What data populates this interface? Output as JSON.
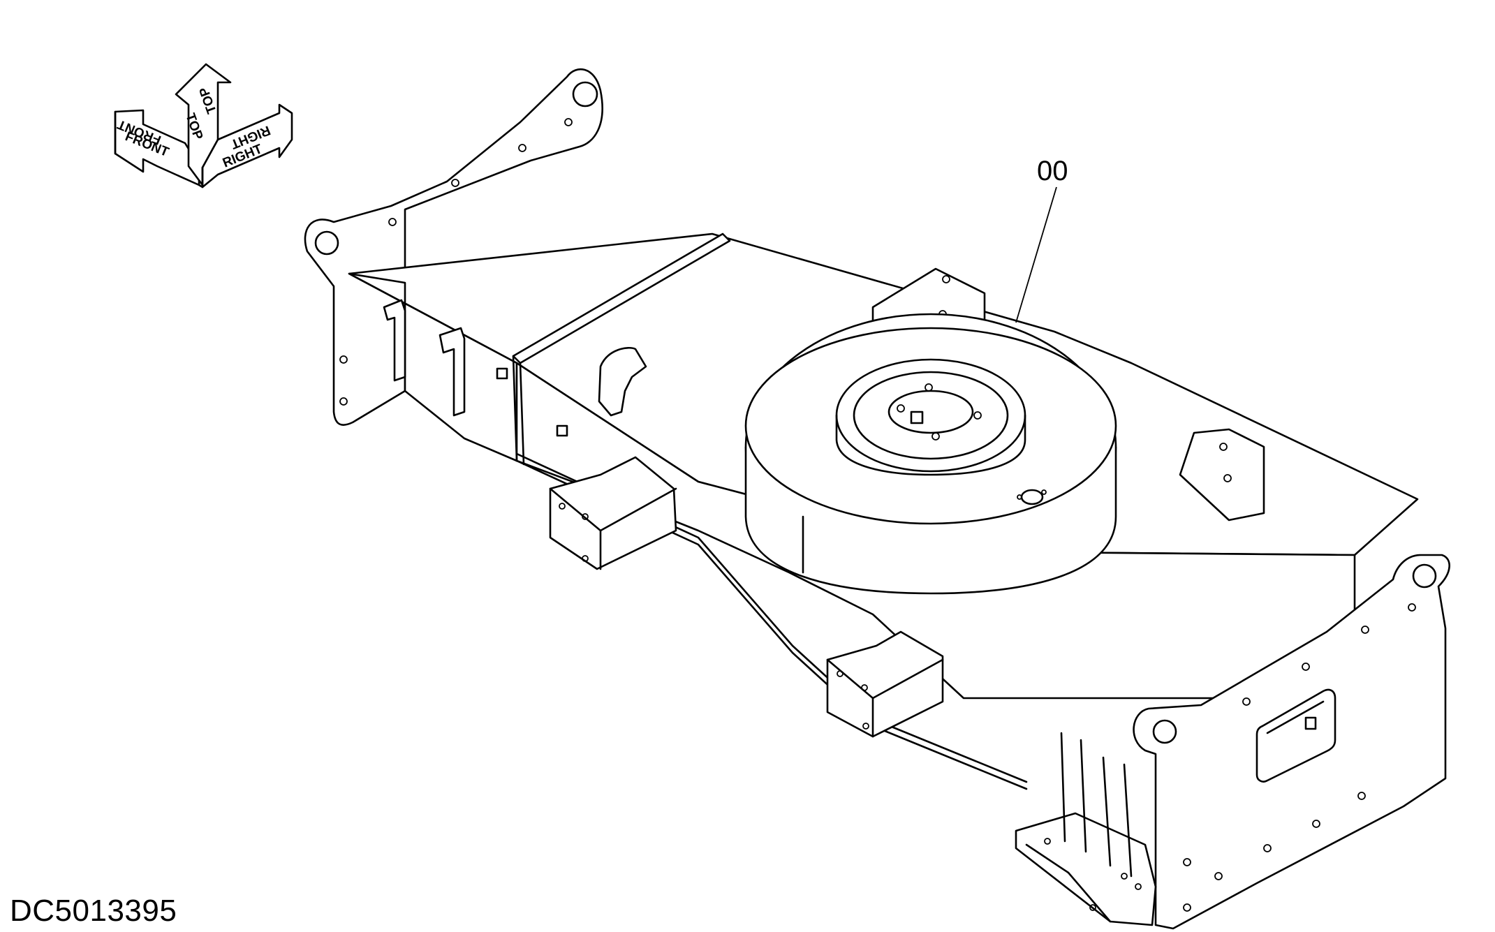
{
  "drawing": {
    "part_callout": "00",
    "document_id": "DC5013395"
  },
  "orientation_indicator": {
    "front_label": "FRONT",
    "top_label": "TOP",
    "right_label": "RIGHT"
  }
}
